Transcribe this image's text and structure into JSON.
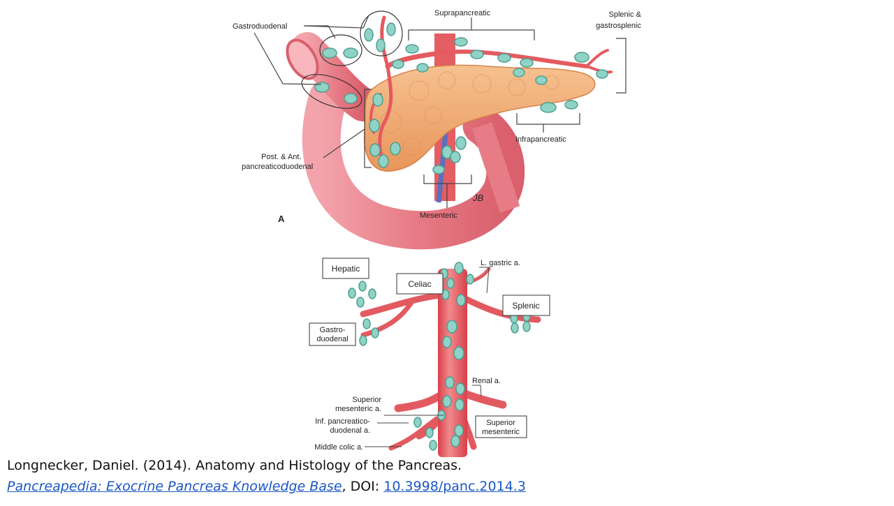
{
  "figure_a": {
    "panel_letter": "A",
    "labels": {
      "gastroduodenal": "Gastroduodenal",
      "suprapancreatic": "Suprapancreatic",
      "splenic_gastrosplenic_1": "Splenic &",
      "splenic_gastrosplenic_2": "gastrosplenic",
      "infrapancreatic": "Infrapancreatic",
      "post_ant_1": "Post. & Ant.",
      "post_ant_2": "pancreaticoduodenal",
      "mesenteric": "Mesenteric"
    }
  },
  "figure_b": {
    "boxes": {
      "hepatic": "Hepatic",
      "celiac": "Celiac",
      "splenic": "Splenic",
      "gastro_1": "Gastro-",
      "gastro_2": "duodenal",
      "sup_mes_1": "Superior",
      "sup_mes_2": "mesenteric"
    },
    "labels": {
      "l_gastric": "L. gastric a.",
      "renal": "Renal a.",
      "sma_1": "Superior",
      "sma_2": "mesenteric a.",
      "ipd_1": "Inf. pancreatico-",
      "ipd_2": "duodenal a.",
      "middle_colic": "Middle colic a."
    }
  },
  "citation": {
    "line1": "Longnecker, Daniel. (2014).  Anatomy and Histology of the Pancreas.",
    "link_text": "Pancreapedia: Exocrine Pancreas Knowledge Base",
    "doi_prefix": ", DOI: ",
    "doi_text": "10.3998/panc.2014.3"
  },
  "colors": {
    "artery": "#e45a5f",
    "pancreas": "#f0a66b",
    "node": "#8fd3c6",
    "link": "#1a56c4"
  }
}
